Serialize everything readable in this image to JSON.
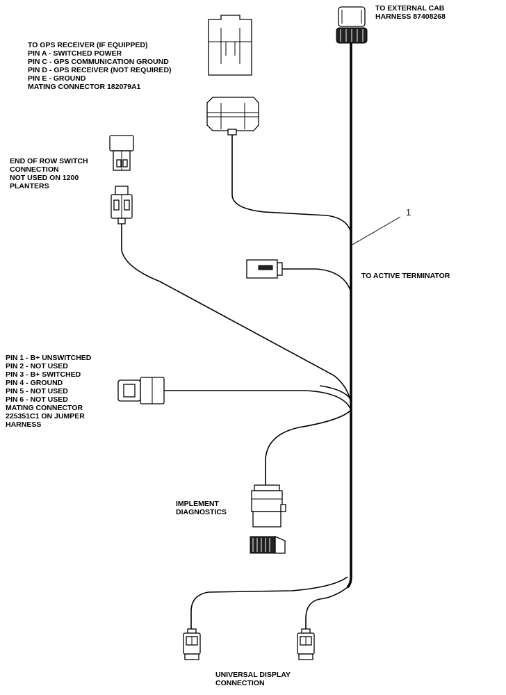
{
  "labels": {
    "cab_harness": [
      "TO EXTERNAL CAB",
      "HARNESS 87408268"
    ],
    "gps": [
      "TO GPS RECEIVER (IF EQUIPPED)",
      "PIN A - SWITCHED POWER",
      "PIN C - GPS COMMUNICATION GROUND",
      "PIN D - GPS RECEIVER (NOT REQUIRED)",
      "PIN E - GROUND",
      "MATING CONNECTOR 182079A1"
    ],
    "end_of_row": [
      "END OF ROW SWITCH",
      "CONNECTION",
      "NOT USED ON 1200",
      "PLANTERS"
    ],
    "terminator": "TO ACTIVE TERMINATOR",
    "power_pins": [
      "PIN 1 - B+ UNSWITCHED",
      "PIN 2 - NOT USED",
      "PIN 3 - B+ SWITCHED",
      "PIN 4 - GROUND",
      "PIN 5 - NOT USED",
      "PIN 6 - NOT USED",
      "MATING CONNECTOR",
      "225351C1 ON JUMPER",
      "HARNESS"
    ],
    "diagnostics": [
      "IMPLEMENT",
      "DIAGNOSTICS"
    ],
    "display": [
      "UNIVERSAL DISPLAY",
      "CONNECTION"
    ],
    "callout_number": "1"
  }
}
